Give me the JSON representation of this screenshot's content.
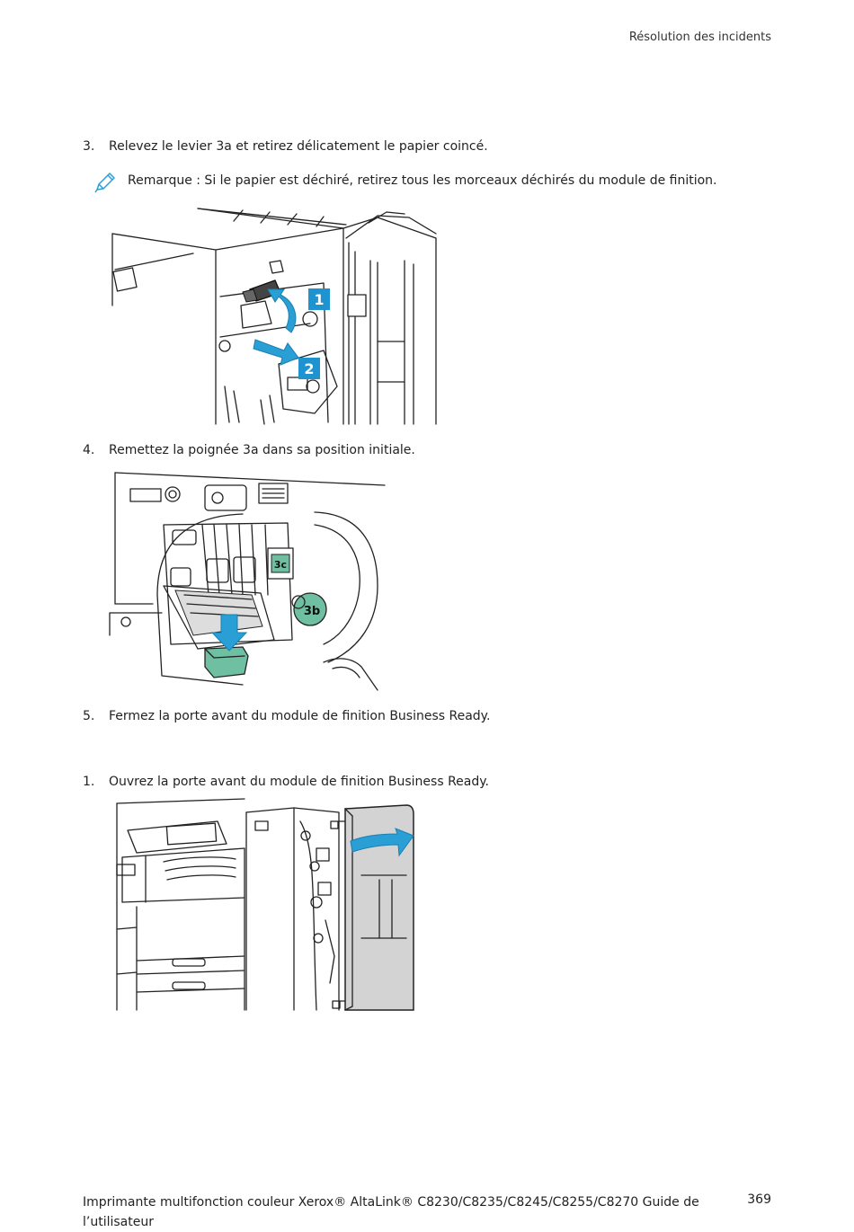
{
  "header": {
    "section_title": "Résolution des incidents"
  },
  "steps": [
    {
      "number": "3.",
      "text": "Relevez le levier 3a et retirez délicatement le papier coincé."
    },
    {
      "number": "4.",
      "text": "Remettez la poignée 3a dans sa position initiale."
    },
    {
      "number": "5.",
      "text": "Fermez la porte avant du module de finition Business Ready."
    },
    {
      "number": "1.",
      "text": "Ouvrez la porte avant du module de finition Business Ready."
    }
  ],
  "note": {
    "icon": "pencil-icon",
    "text": "Remarque : Si le papier est déchiré, retirez tous les morceaux déchirés du module de finition."
  },
  "figures": {
    "fig1": {
      "callouts": [
        "1",
        "2"
      ]
    },
    "fig2": {
      "callouts": [
        "3c",
        "3b"
      ]
    }
  },
  "colors": {
    "accent_blue": "#2a9fd6",
    "callout_blue": "#1f93cf",
    "handle_green": "#6fbfa3",
    "door_gray": "#d3d3d3"
  },
  "footer": {
    "title": "Imprimante multifonction couleur Xerox® AltaLink® C8230/C8235/C8245/C8255/C8270 Guide de l’utilisateur",
    "page_number": "369"
  }
}
